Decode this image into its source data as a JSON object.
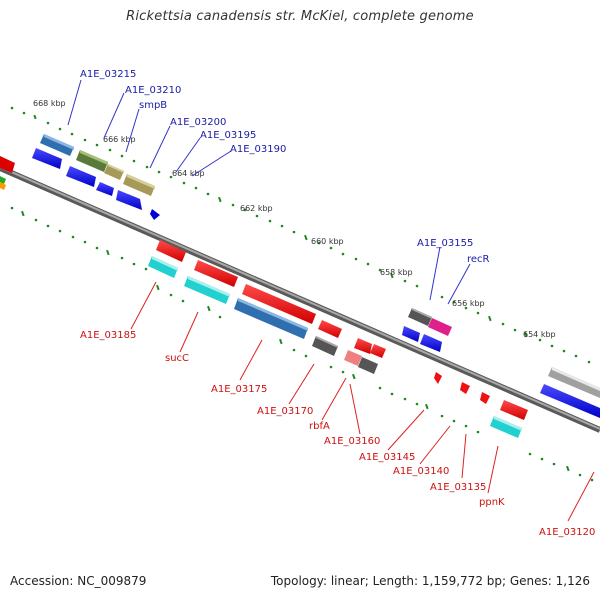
{
  "title": "Rickettsia canadensis str. McKiel, complete genome",
  "accession": "Accession: NC_009879",
  "summary": "Topology: linear; Length: 1,159,772 bp; Genes: 1,126",
  "colors": {
    "backbone": "#8c8c8c",
    "ruler_tick": "#1d8a1d",
    "forward_label": "#1a1aa8",
    "reverse_label": "#cc1111"
  },
  "kbp_markers": [
    "668 kbp",
    "666 kbp",
    "664 kbp",
    "662 kbp",
    "660 kbp",
    "658 kbp",
    "656 kbp",
    "654 kbp"
  ],
  "forward_labels": [
    "A1E_03215",
    "A1E_03210",
    "smpB",
    "A1E_03200",
    "A1E_03195",
    "A1E_03190",
    "A1E_03155",
    "recR"
  ],
  "reverse_labels": [
    "A1E_03185",
    "sucC",
    "A1E_03175",
    "A1E_03170",
    "rbfA",
    "A1E_03160",
    "A1E_03145",
    "A1E_03140",
    "A1E_03135",
    "ppnK",
    "A1E_03120"
  ]
}
